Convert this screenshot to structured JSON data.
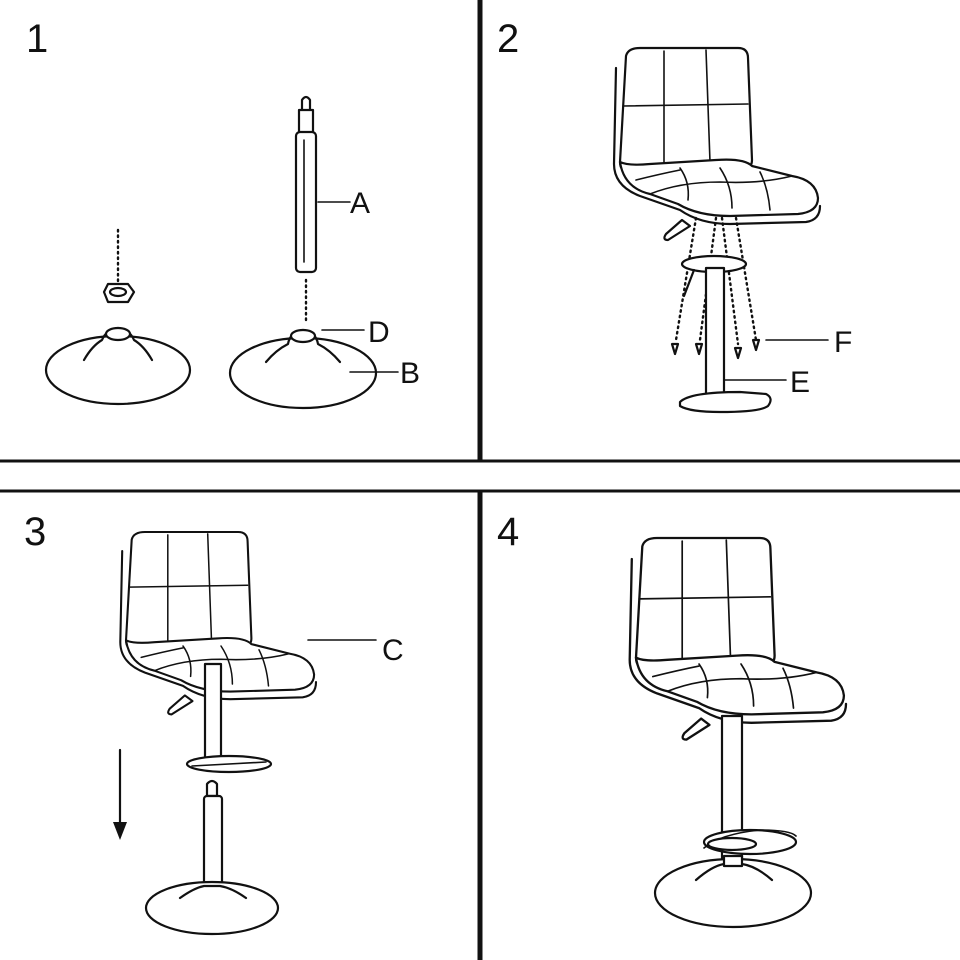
{
  "steps": [
    {
      "number": "1",
      "labels": {
        "a": "A",
        "d": "D",
        "b": "B"
      }
    },
    {
      "number": "2",
      "labels": {
        "f": "F",
        "e": "E"
      }
    },
    {
      "number": "3",
      "labels": {
        "c": "C"
      }
    },
    {
      "number": "4",
      "labels": {}
    }
  ],
  "colors": {
    "line": "#111111",
    "background": "#ffffff"
  },
  "icons": {
    "step3_arrow": "down-arrow-icon"
  }
}
